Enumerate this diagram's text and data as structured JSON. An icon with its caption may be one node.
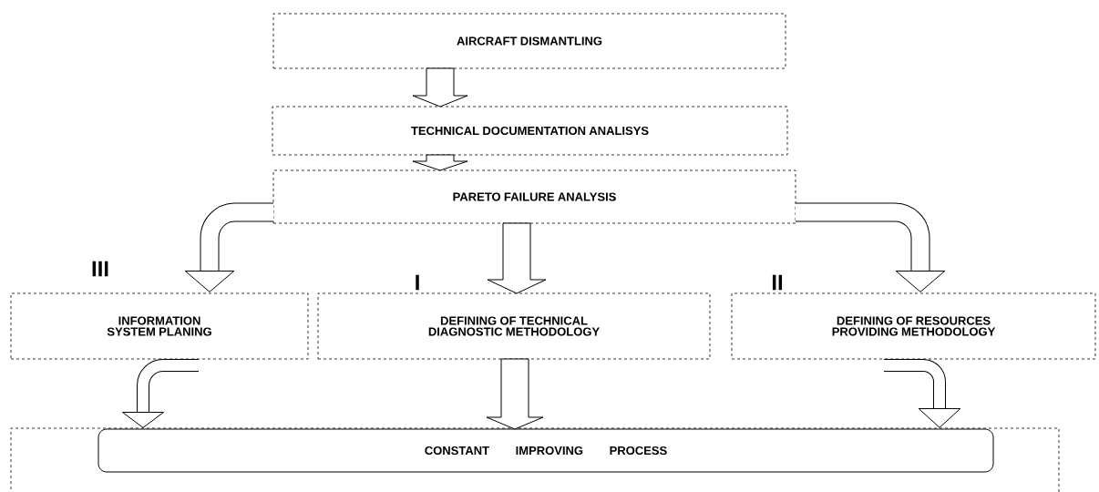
{
  "diagram": {
    "nodes": [
      {
        "text": [
          "AIRCRAFT DISMANTLING"
        ]
      },
      {
        "text": [
          "TECHNICAL DOCUMENTATION ANALISYS"
        ]
      },
      {
        "text": [
          "PARETO FAILURE ANALYSIS"
        ]
      },
      {
        "text": [
          "INFORMATION SYSTEM PLANING"
        ]
      },
      {
        "text": [
          "DEFINING OF TECHNICAL DIAGNOSTIC METHODOLOGY"
        ]
      },
      {
        "text": [
          "DEFINING OF RESOURCES PROVIDING METHODOLOGY"
        ]
      },
      {
        "text": [],
        "shape": "box"
      },
      {
        "text": [
          "CONSTANT IMPROVING PROCESS"
        ],
        "in": 6
      }
    ],
    "edges": [
      {
        "from": 0,
        "to": 1,
        "arrow": "to"
      },
      {
        "from": 1,
        "to": 2,
        "arrow": "to"
      },
      {
        "from": 2,
        "to": 3,
        "arrow": "to"
      },
      {
        "from": 2,
        "to": 4,
        "arrow": "to"
      },
      {
        "from": 2,
        "to": 5,
        "arrow": "to"
      },
      {
        "from": 3,
        "to": 7,
        "arrow": "to"
      },
      {
        "from": 4,
        "to": 7,
        "arrow": "to"
      },
      {
        "from": 5,
        "to": 7,
        "arrow": "to"
      }
    ],
    "labels": [
      "III",
      "I",
      "II"
    ]
  }
}
